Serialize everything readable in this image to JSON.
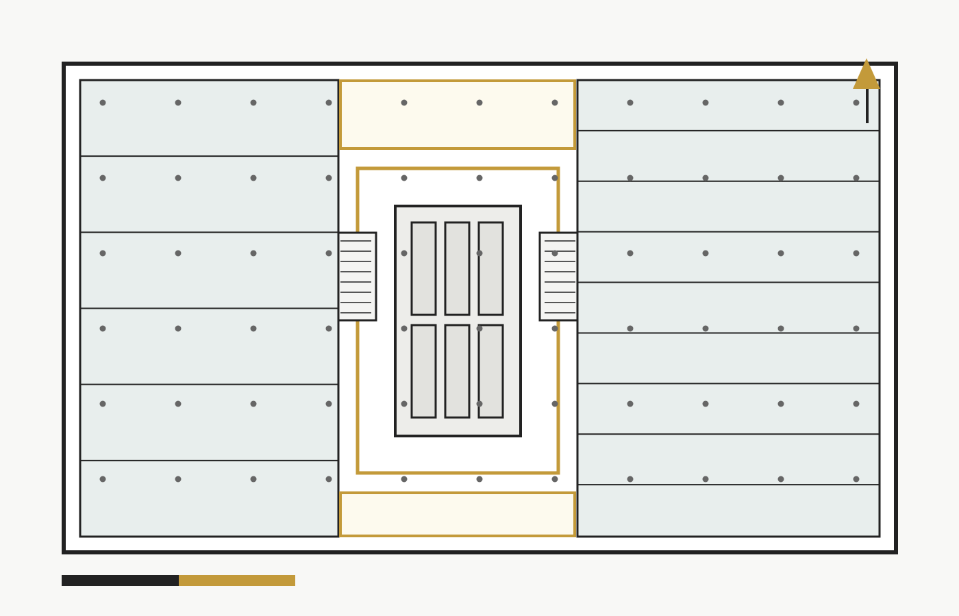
{
  "colors": {
    "background": "#f8f8f6",
    "wall": "#222222",
    "interior": "#ffffff",
    "office_zone": "#e8eeed",
    "accent_gold": "#c39a3a",
    "gold_fill": "#fdfaee",
    "core_fill": "#ededea",
    "elevator_fill": "#e2e2de",
    "stair_fill": "#f4f4f2",
    "column_dot": "#666666",
    "partition_line": "#222222"
  },
  "icons": {
    "north_arrow": "north-arrow-icon",
    "scale_bar": "scale-bar"
  },
  "plan": {
    "left_wing_bays": 6,
    "right_wing_bays": 9,
    "elevator_cars": 6,
    "stair_treads_per_flight": 8,
    "column_grid": {
      "columns": 11,
      "rows": 6
    },
    "scale_bar_segments": 2
  }
}
